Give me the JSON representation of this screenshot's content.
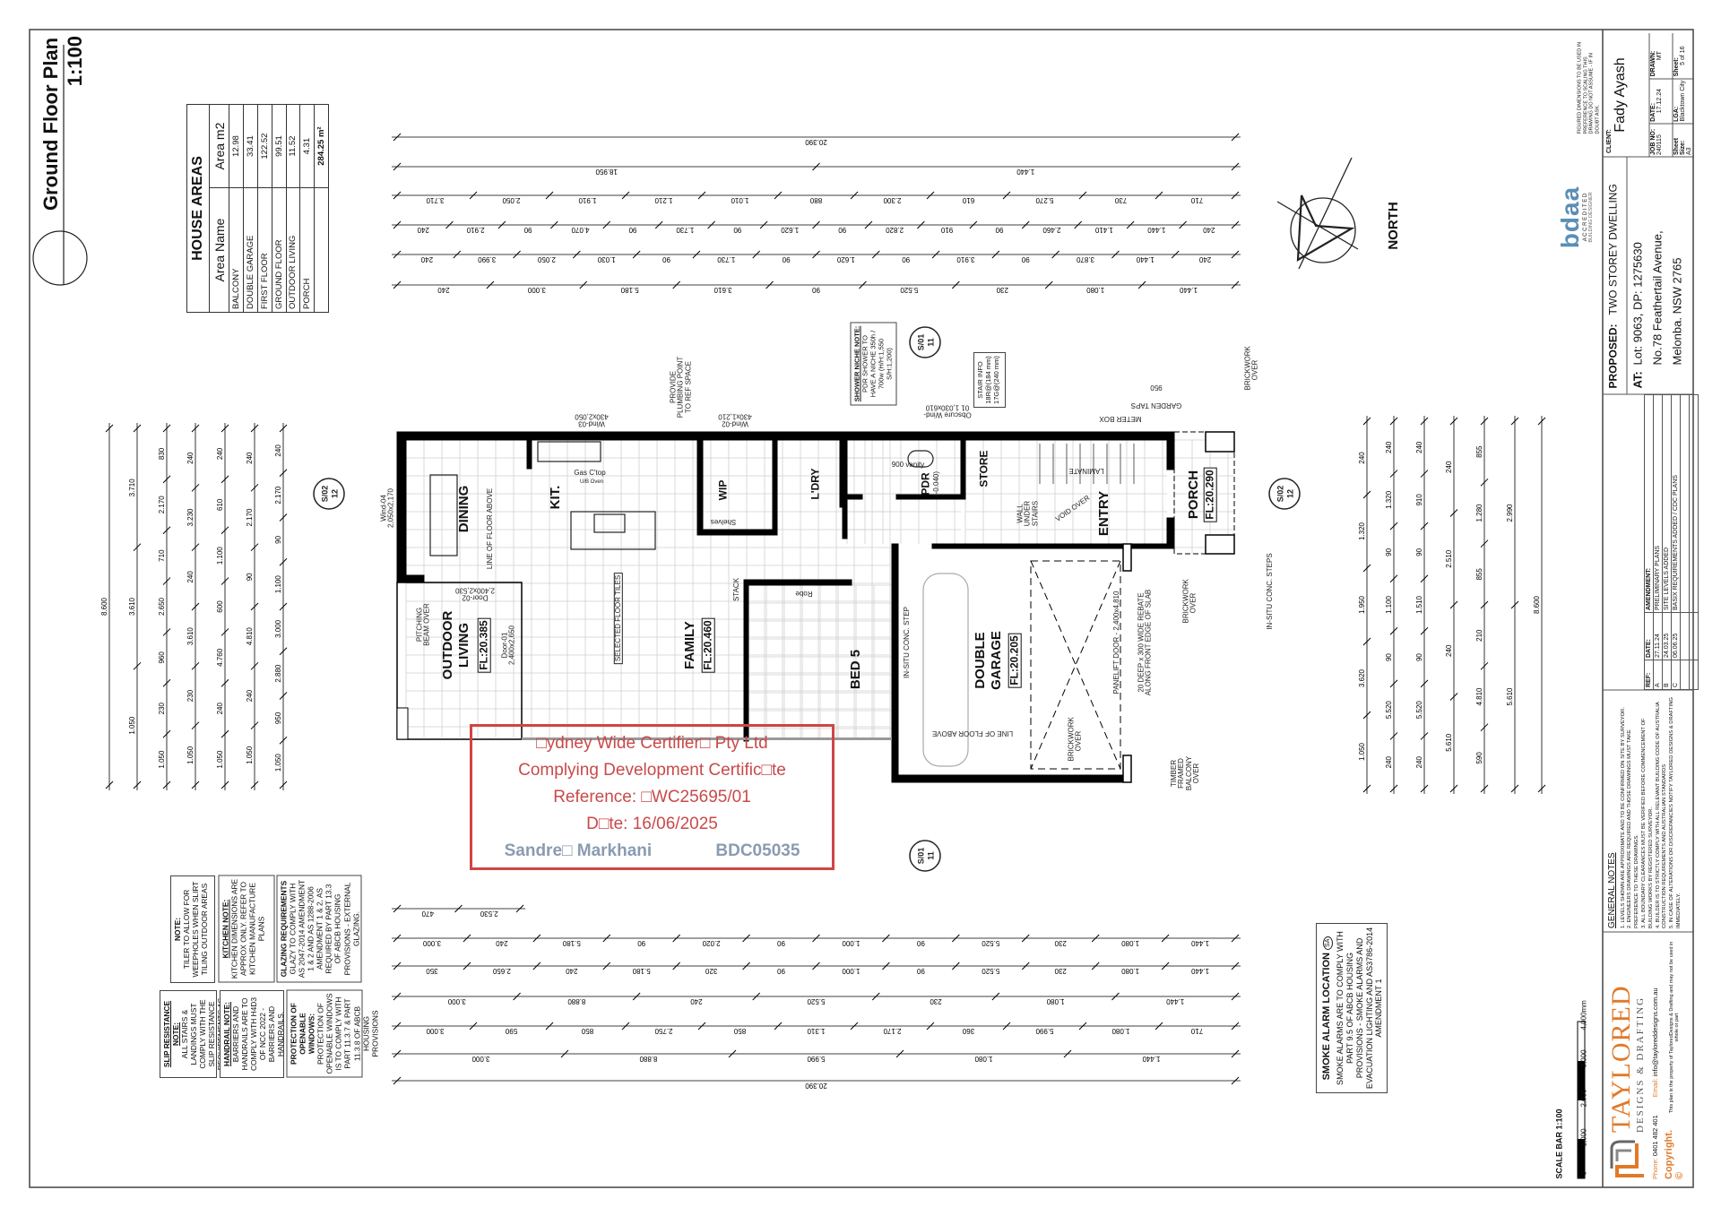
{
  "title": {
    "name": "Ground Floor Plan",
    "scale": "1:100"
  },
  "house_areas": {
    "title": "HOUSE AREAS",
    "col_name": "Area Name",
    "col_area": "Area m2",
    "rows": [
      {
        "name": "BALCONY",
        "area": "12.98"
      },
      {
        "name": "DOUBLE GARAGE",
        "area": "33.41"
      },
      {
        "name": "FIRST FLOOR",
        "area": "122.52"
      },
      {
        "name": "GROUND FLOOR",
        "area": "99.51"
      },
      {
        "name": "OUTDOOR LIVING",
        "area": "11.52"
      },
      {
        "name": "PORCH",
        "area": "4.31"
      }
    ],
    "total": "284.25 m²"
  },
  "rooms": {
    "dining": "DINING",
    "kitchen": "KIT.",
    "wip": "WIP",
    "laundry": "L'DRY",
    "pdr": "PDR",
    "pdr_level": "(-0.040)",
    "store": "STORE",
    "entry": "ENTRY",
    "porch": "PORCH",
    "porch_fl": "FL:20.290",
    "outdoor_living_1": "OUTDOOR",
    "outdoor_living_2": "LIVING",
    "outdoor_living_fl": "FL:20.385",
    "family": "FAMILY",
    "family_fl": "FL:20.460",
    "bed5": "BED 5",
    "garage_1": "DOUBLE",
    "garage_2": "GARAGE",
    "garage_fl": "FL:20.205"
  },
  "annotations": {
    "selected_tiles": "SELECTED FLOOR TILES",
    "line_floor_above": "LINE OF FLOOR ABOVE",
    "pitching_beam": "PITCHING BEAM OVER",
    "door01": "Door-01 2,400x2,650",
    "door02": "Door-02 2,400x2,530",
    "gas_ctop": "Gas C'top",
    "ub_oven": "U/B Oven",
    "shelves": "Shelves",
    "robe": "Robe",
    "stack": "STACK",
    "wind03": "Wind-03 430x2,050",
    "wind02": "Wind-02 430x1,210",
    "wind04": "Wind-04 2,050x2,170",
    "wind01": "Obscure Wind-01 1,030x610",
    "provide_plumbing": "PROVIDE PLUMBING POINT TO REF SPACE",
    "shower_niche_title": "SHOWER NICHE NOTE:",
    "shower_niche_body": "PDR SHOWER TO HAVE A NICHE 350h / 700w (H/H:1,550 S/H:1,200)",
    "stair_info_title": "STAIR INFO",
    "stair_info_1": "18R@(184 mm)",
    "stair_info_2": "17G@(240 mm)",
    "meter_box": "METER BOX",
    "garden_taps": "GARDEN TAPS",
    "taps_dim": "950",
    "brickwork_over": "BRICKWORK OVER",
    "wall_under_stairs": "WALL UNDER STAIRS",
    "void_over": "VOID OVER",
    "laminate": "LAMINATE",
    "in_situ_step": "IN-SITU CONC. STEP",
    "in_situ_steps": "IN-SITU CONC. STEPS",
    "panelift": "PANELIFT DOOR - 2,400x4,810",
    "rebate": "20 DEEP x 300 WIDE REBATE ALONG FRONT EDGE OF SLAB",
    "timber_framed": "TIMBER FRAMED BALCONY OVER",
    "vanity": "900 vanity",
    "section_a": "S/01",
    "section_a_num": "11",
    "section_b": "S/02",
    "section_b_num": "12",
    "north": "NORTH"
  },
  "dimensions": {
    "top": [
      [
        "20.390"
      ],
      [
        "18.950",
        "1.440"
      ],
      [
        "3.710",
        "2.050",
        "1.910",
        "1.210",
        "1.010",
        "880",
        "2.300",
        "610",
        "5.270",
        "730",
        "710"
      ],
      [
        "240",
        "2.910",
        "90",
        "4.070",
        "90",
        "1.730",
        "90",
        "1.620",
        "90",
        "2.820",
        "910",
        "90",
        "2.460",
        "1.410",
        "1.440",
        "240"
      ],
      [
        "240",
        "3.990",
        "2.050",
        "1.030",
        "90",
        "1.730",
        "90",
        "1.620",
        "90",
        "3.910",
        "90",
        "3.870",
        "1.440",
        "240"
      ],
      [
        "240",
        "3.000",
        "5.180",
        "3.610",
        "90",
        "5.520",
        "230",
        "1.080",
        "1.440"
      ]
    ],
    "bottom": [
      [
        "470",
        "2.530"
      ],
      [
        "3.000",
        "240",
        "5.180",
        "90",
        "2.020",
        "90",
        "1.000",
        "90",
        "5.520",
        "230",
        "1.080",
        "1.440"
      ],
      [
        "350",
        "2.650",
        "240",
        "5.180",
        "320",
        "90",
        "1.000",
        "90",
        "5.520",
        "230",
        "1.080",
        "1.440"
      ],
      [
        "3.000",
        "8.880",
        "240",
        "5.520",
        "230",
        "1.080",
        "1.440"
      ],
      [
        "3.000",
        "590",
        "850",
        "2.750",
        "850",
        "1.310",
        "2.170",
        "360",
        "5.990",
        "1.080",
        "710"
      ],
      [
        "3.000",
        "8.880",
        "5.990",
        "1.080",
        "1.440"
      ],
      [
        "20.390"
      ]
    ],
    "left": [
      [
        "8.600"
      ],
      [
        "1.050",
        "3.610",
        "3.710"
      ],
      [
        "1.050",
        "230",
        "960",
        "2.650",
        "710",
        "2.170",
        "830"
      ],
      [
        "1.050",
        "230",
        "3.610",
        "240",
        "3.230",
        "240"
      ],
      [
        "1.050",
        "240",
        "4.760",
        "600",
        "1.100",
        "610",
        "240"
      ],
      [
        "1.050",
        "240",
        "4.810",
        "90",
        "2.170",
        "240"
      ],
      [
        "1.050",
        "950",
        "2.880",
        "3.000",
        "1.100",
        "90",
        "2.170",
        "240"
      ]
    ],
    "right": [
      [
        "1.050",
        "3.620",
        "1.950",
        "1.320",
        "240"
      ],
      [
        "240",
        "5.520",
        "90",
        "1.100",
        "90",
        "1.320",
        "240"
      ],
      [
        "240",
        "5.520",
        "90",
        "1.510",
        "90",
        "910",
        "240"
      ],
      [
        "5.610",
        "240",
        "2.510",
        "240"
      ],
      [
        "590",
        "4.810",
        "210",
        "855",
        "1.280",
        "855"
      ],
      [
        "5.610",
        "2.990"
      ],
      [
        "8.600"
      ]
    ]
  },
  "stamp": {
    "line1": "□ydney Wide Certifier□ Pty Ltd",
    "line2": "Complying Development Certific□te",
    "line3": "Reference: □WC25695/01",
    "line4": "D□te: 16/06/2025",
    "signatory": "Sandre□ Markhani",
    "accreditation": "BDC05035",
    "color": "#c84a4a"
  },
  "notes": {
    "note_title": "NOTE:",
    "note_body": "TILER TO ALLOW FOR WEEPHOLES WHEN SLIRT TILING OUTDOOR AREAS",
    "kitchen_title": "KITCHEN NOTE:",
    "kitchen_body": "KITCHEN DIMENSIONS ARE APPROX ONLY. REFER TO KITCHEN MANUFACTURE PLANS",
    "glazing_title": "GLAZING REQUIREMENTS",
    "glazing_body": "GLAZY TO COMPLY WITH AS 2047-2014 AMENDMENT 1 & 2 AND AS 1288-2006 AMENDMENT 1 & 2, AS REQUIRED BY PART 13.3 OF ABCB HOUSING PROVISIONS - EXTERNAL GLAZING.",
    "slip_title": "SLIP RESISTANCE NOTE:",
    "slip_body": "ALL STAIRS & LANDINGS MUST COMPLY WITH THE SLIP RESISTANCE REQUIREMENTS AS PER NCC REQUIREMENTS",
    "handrail_title": "HANDRAIL NOTE:",
    "handrail_body": "BARRIERS AND HANDRAILS ARE TO COMPLY WITH H4D3 OF NCC 2022 - BARRIERS AND HANDRAILS.",
    "protection_title": "PROTECTION OF OPENABLE WINDOWS:",
    "protection_body": "PROTECTION OF OPENABLE WINDOWS IS TO COMPLY WITH PART 11.3.7 & PART 11.3.8 OF ABCB HOUSING PROVISIONS"
  },
  "smoke_alarm": {
    "title": "SMOKE ALARM LOCATION",
    "symbol": "SA",
    "body": "SMOKE ALARMS ARE TO COMPLY WITH PART 9.5 OF ABCB HOUSING PROVISIONS - SMOKE ALARMS AND EVACUATION LIGHTING AND AS3786-2014 AMENDMENT 1"
  },
  "scale_bar": {
    "title": "SCALE BAR 1:100",
    "ticks": [
      "0",
      "1,000",
      "2,000",
      "3,000",
      "4,000mm"
    ]
  },
  "title_block": {
    "figured_note": "FIGURED DIMENSIONS TO BE USED IN PREFERENCE TO SCALING THIS DRAWING DO NOT ASSUME - IF IN DOUBT ASK.",
    "bdaa_logo": "bdaa",
    "bdaa_line1": "A C C R E D I T E D",
    "bdaa_line2": "BUILDING DESIGNER",
    "client_label": "CLIENT:",
    "client": "Fady Ayash",
    "job_no_label": "JOB NO:",
    "job_no": "240115",
    "date_label": "DATE:",
    "date": "17.12.24",
    "drawn_label": "DRAWN:",
    "drawn": "MT",
    "sheet_size_label": "Sheet Size:",
    "sheet_size": "A3",
    "lga_label": "LGA:",
    "lga": "Blacktown City",
    "sheet_label": "Sheet:",
    "sheet": "5 of 16",
    "proposed_label": "PROPOSED:",
    "proposed": "TWO STOREY DWELLING",
    "at_label": "AT:",
    "address1": "Lot: 9063, DP: 1275630",
    "address2": "No.78 Feathertail Avenue,",
    "address3": "Melonba. NSW 2765",
    "amend_headers": {
      "ref": "REF:",
      "date": "DATE:",
      "amendment": "AMENDMENT:"
    },
    "amendments": [
      {
        "ref": "A",
        "date": "27.11.24",
        "text": "PRELIMINARY PLANS"
      },
      {
        "ref": "B",
        "date": "24.03.25",
        "text": "SITE LEVELS ADDED"
      },
      {
        "ref": "C",
        "date": "06.06.25",
        "text": "BASIX REQUIREMENTS ADDED / CDC PLANS"
      }
    ],
    "general_notes_title": "GENERAL NOTES",
    "general_notes": [
      "1. LEVELS SHOWN ARE APPROXIMATE AND TO BE CONFIRMED ON SITE BY SURVEYOR.",
      "2. ENGINEERS DRAWINGS ARE REQUIRED AND THOSE DRAWINGS MUST TAKE PREFERENCE TO THESE DRAWINGS.",
      "3. ALL BOUNDARY CLEARANCES MUST BE VERIFIED BEFORE COMMENCEMENT OF BUILDING WORKS BY REGISTERED SURVEYOR.",
      "4. BUILDER IS TO STRICTLY COMPLY WITH ALL RELEVANT BUILDING CODE OF AUSTRALIA CONSTRUCTION REQUIREMENTS AND AUSTRALIAN STANDARDS",
      "5. IN CASE OF ALTERATIONS OR DISCREPANCIES NOTIFY TAYLORED DESIGNS & DRAFTING IMMEDIATELY."
    ],
    "company": "TAYLORED",
    "company_sub": "DESIGNS & DRAFTING",
    "phone_label": "Phone:",
    "phone": "0401 482 401",
    "email_label": "Email:",
    "email": "info@tayloreddesigns.com.au",
    "copyright": "Copyright. ©",
    "copyright_note": "This plan is the property of TayloredDesigns & Drafting and may not be used in whole or part",
    "brand_color": "#e07a2a"
  }
}
